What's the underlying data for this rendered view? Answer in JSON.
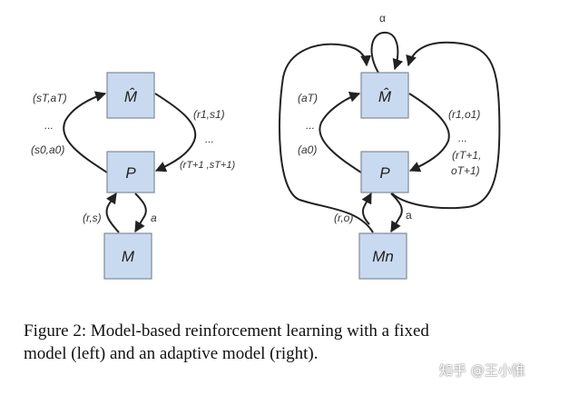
{
  "left_diagram": {
    "nodes": {
      "model_hat": "M̂",
      "planner": "P",
      "model": "M"
    },
    "labels": {
      "sT_aT": "(sT,aT)",
      "dots_left": "...",
      "s0_a0": "(s0,a0)",
      "r1_s1": "(r1,s1)",
      "dots_right": "...",
      "rT1_sT1": "(rT+1 ,sT+1)",
      "r_s": "(r,s)",
      "a": "a"
    }
  },
  "right_diagram": {
    "nodes": {
      "model_hat": "M̂",
      "planner": "P",
      "model": "Mn"
    },
    "labels": {
      "alpha": "α",
      "aT": "(aT)",
      "dots_left": "...",
      "a0": "(a0)",
      "r1_o1": "(r1,o1)",
      "dots_right": "...",
      "rT1": "(rT+1,",
      "oT1": "oT+1)",
      "r_o": "(r,o)",
      "a": "a"
    }
  },
  "caption": {
    "line1": "Figure 2:  Model-based reinforcement learning with a fixed",
    "line2": "model (left) and an adaptive model (right)."
  },
  "watermark": "知乎 @王小惟"
}
